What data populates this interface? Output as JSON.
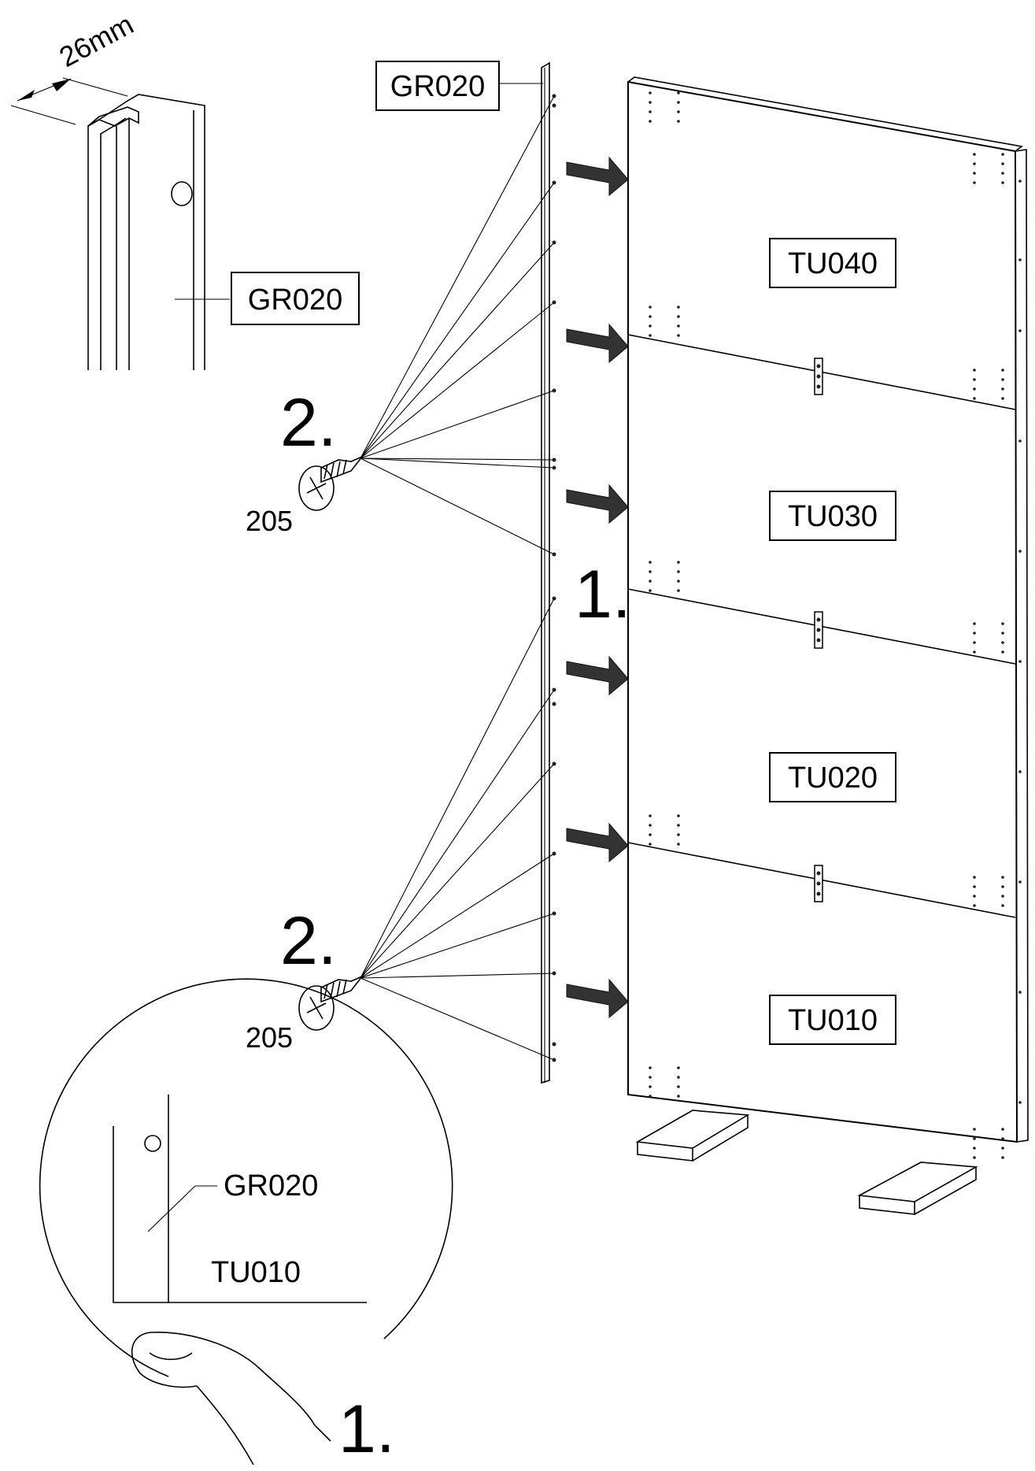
{
  "dimension": {
    "value": "26mm"
  },
  "part_labels": {
    "rail_top": "GR020",
    "rail_detail": "GR020",
    "circle_rail": "GR020",
    "circle_panel": "TU010"
  },
  "panels": [
    {
      "code": "TU040"
    },
    {
      "code": "TU030"
    },
    {
      "code": "TU020"
    },
    {
      "code": "TU010"
    }
  ],
  "steps": {
    "step1_main": "1.",
    "step1_detail": "1.",
    "step2_upper": "2.",
    "step2_lower": "2."
  },
  "screws": {
    "upper_part": "205",
    "lower_part": "205"
  }
}
